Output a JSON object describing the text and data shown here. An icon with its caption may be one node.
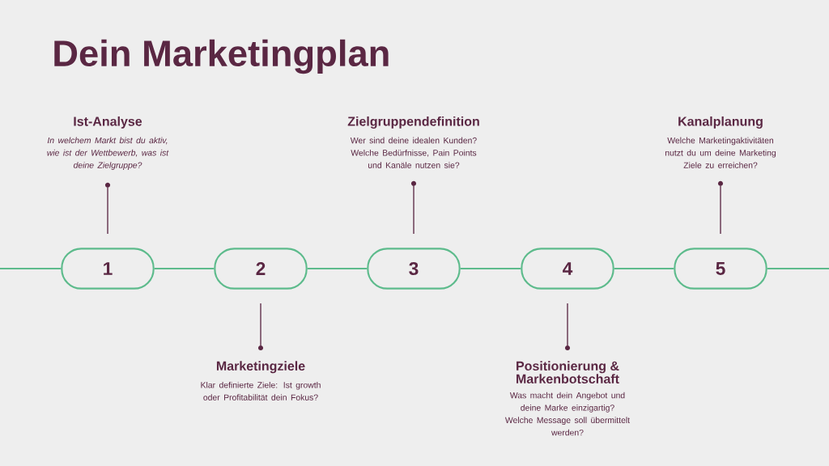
{
  "diagram": {
    "title": "Dein Marketingplan",
    "nodes": [
      {
        "text": [
          "Ist-Analyse",
          "In welchem Markt bist du aktiv, wie ist der Wettbewerb, was ist deine Zielgruppe?"
        ]
      },
      {
        "text": [
          "Zielgruppendefinition",
          "Wer sind deine idealen Kunden? Welche Bedürfnisse, Pain Points und Kanäle nutzen sie?"
        ]
      },
      {
        "text": [
          "Kanalplanung",
          "Welche Marketingaktivitäten nutzt du um deine Marketing Ziele zu erreichen?"
        ]
      },
      {
        "text": [
          "1"
        ]
      },
      {
        "text": [
          "2"
        ]
      },
      {
        "text": [
          "3"
        ]
      },
      {
        "text": [
          "4"
        ]
      },
      {
        "text": [
          "5"
        ]
      },
      {
        "text": [
          "Marketingziele",
          "Klar definierte Ziele: Ist growth oder Profitabilität dein Fokus?"
        ]
      },
      {
        "text": [
          "Positionierung & Markenbotschaft",
          "Was macht dein Angebot und deine Marke einzigartig? Welche Message soll übermittelt werden?"
        ]
      }
    ],
    "edges": [
      {
        "from": null,
        "to": 3,
        "arrow": "none"
      },
      {
        "from": 3,
        "to": 4,
        "arrow": "none"
      },
      {
        "from": 4,
        "to": 5,
        "arrow": "none"
      },
      {
        "from": 5,
        "to": 6,
        "arrow": "none"
      },
      {
        "from": 6,
        "to": 7,
        "arrow": "none"
      },
      {
        "from": 7,
        "to": null,
        "arrow": "none"
      },
      {
        "from": 0,
        "to": 3,
        "arrow": "none",
        "color": "#5a2743"
      },
      {
        "from": 1,
        "to": 5,
        "arrow": "none",
        "color": "#5a2743"
      },
      {
        "from": 2,
        "to": 7,
        "arrow": "none",
        "color": "#5a2743"
      },
      {
        "from": 8,
        "to": 4,
        "arrow": "none",
        "color": "#5a2743"
      },
      {
        "from": 9,
        "to": 6,
        "arrow": "none",
        "color": "#5a2743"
      }
    ]
  }
}
